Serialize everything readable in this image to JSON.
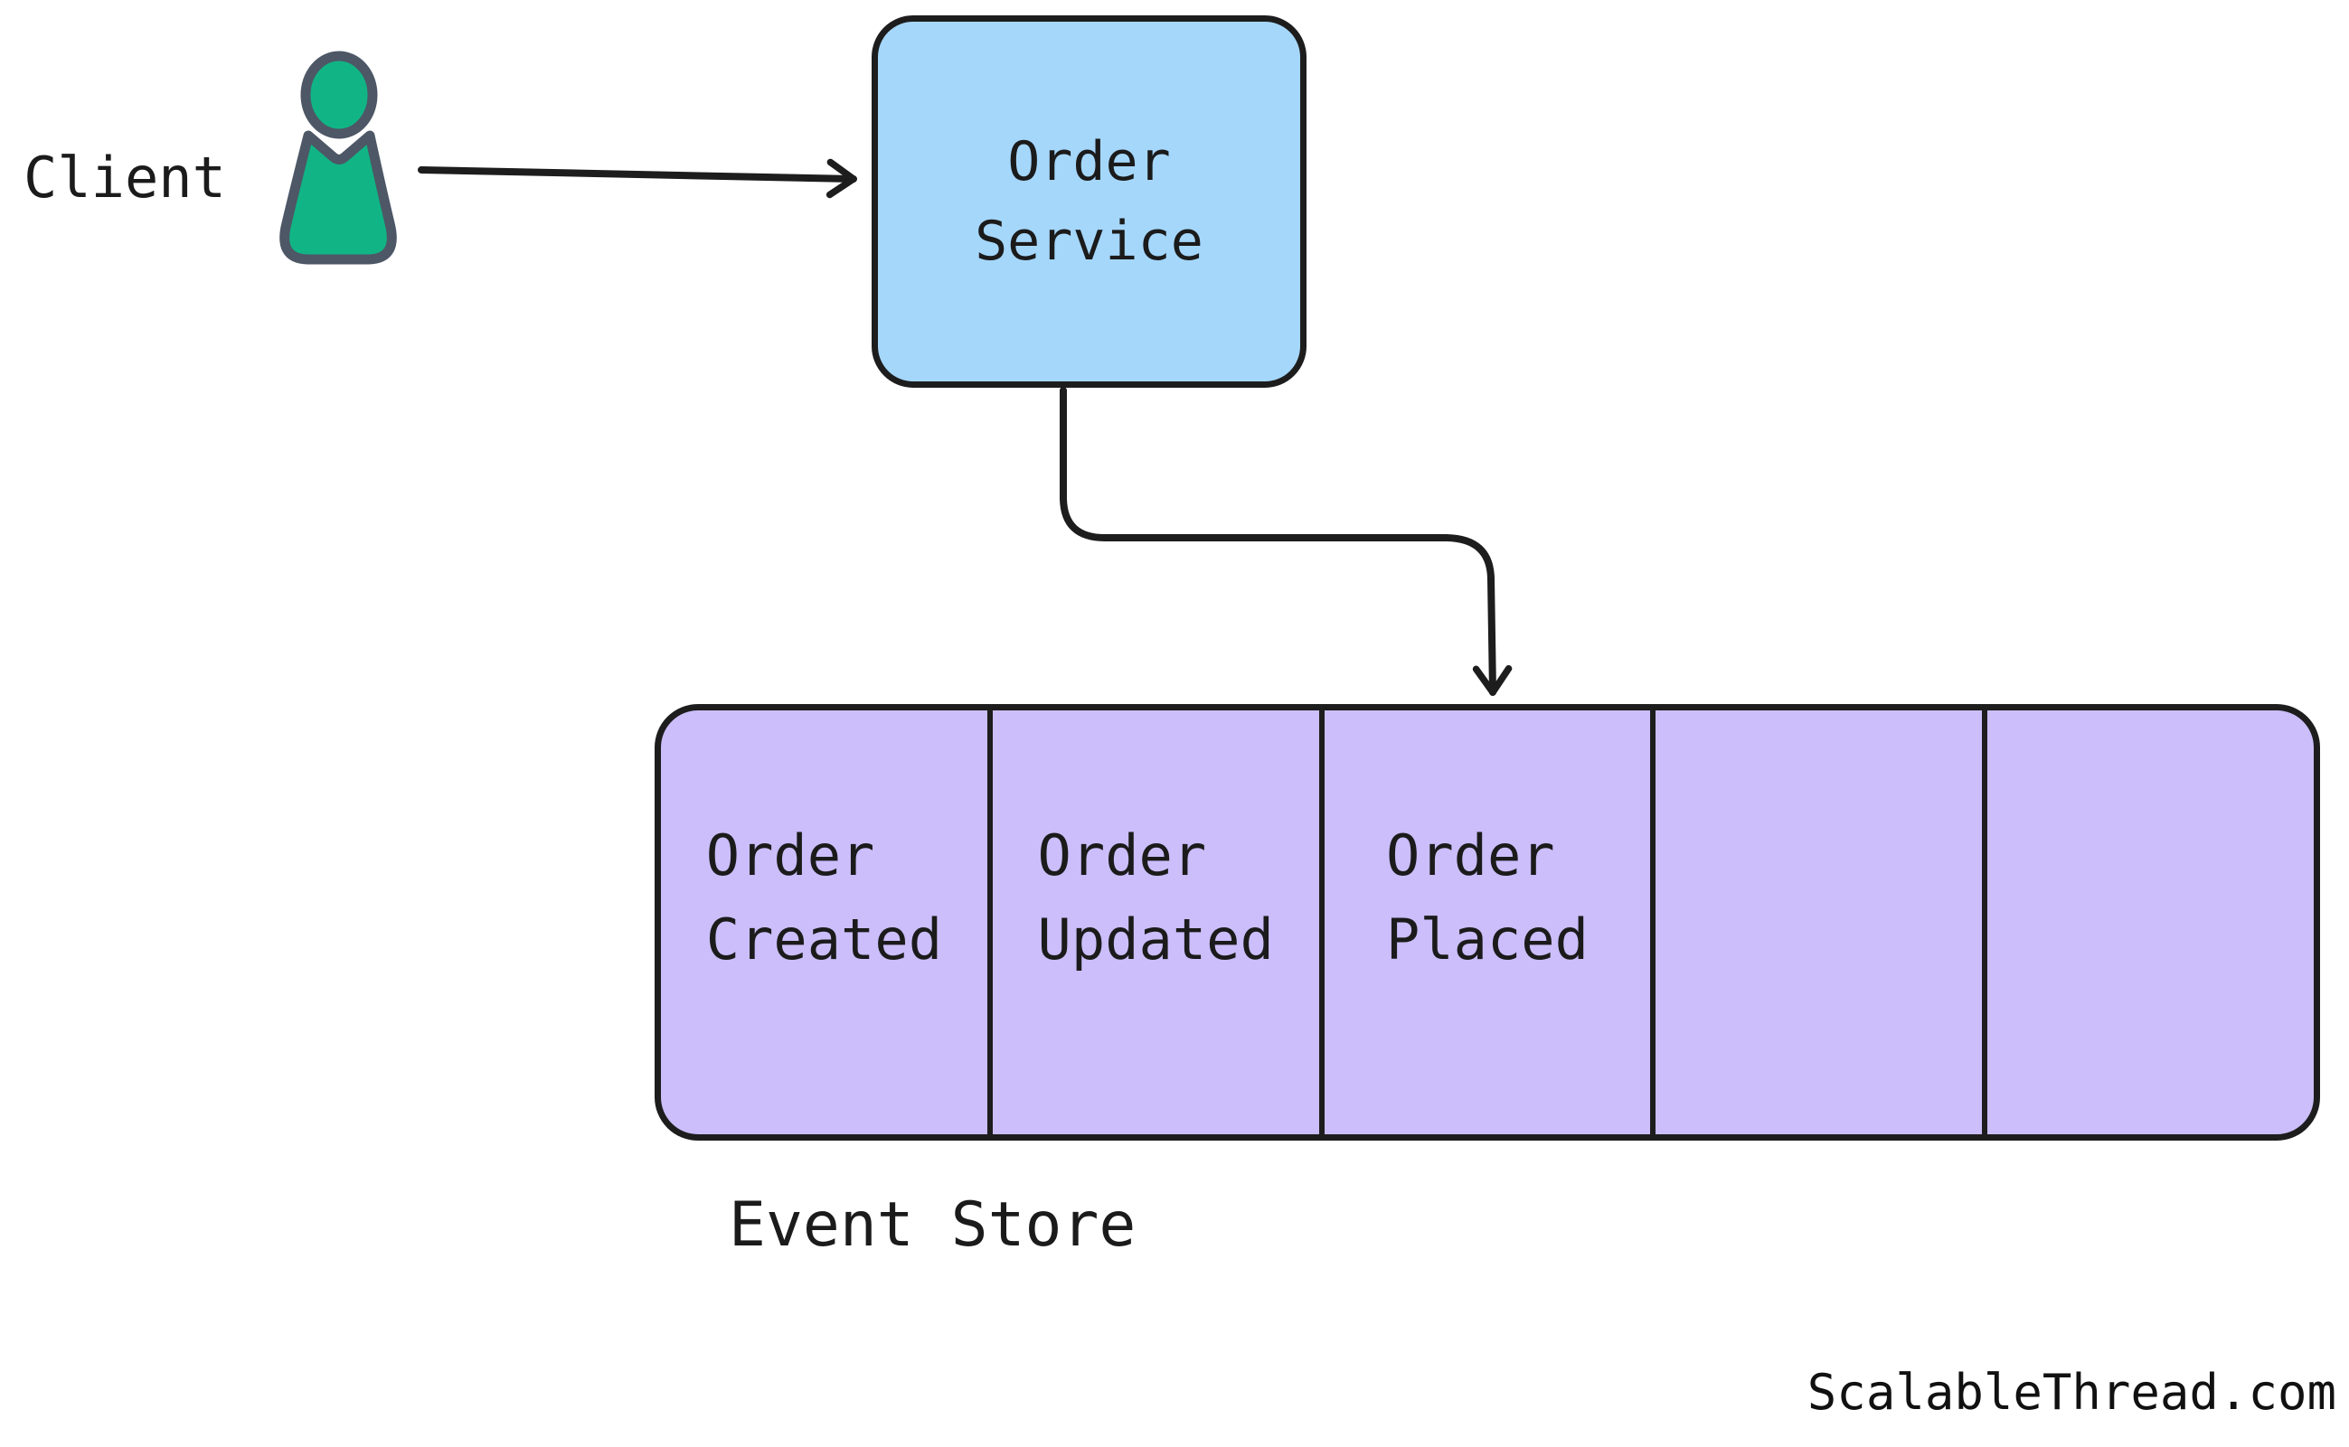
{
  "client": {
    "label": "Client"
  },
  "order_service": {
    "label": "Order Service"
  },
  "event_store": {
    "label": "Event Store",
    "cells": [
      {
        "label": "Order Created"
      },
      {
        "label": "Order Updated"
      },
      {
        "label": "Order Placed"
      },
      {
        "label": ""
      },
      {
        "label": ""
      }
    ]
  },
  "footer": {
    "watermark": "ScalableThread.com"
  },
  "icons": {
    "client": "person-pawn-icon"
  },
  "colors": {
    "service_fill": "#a5d7fb",
    "store_fill": "#cbbefa",
    "person_fill": "#11b585",
    "person_outline": "#4d5766",
    "line": "#1d1d1d",
    "text": "#1b1b1b",
    "background": "#ffffff"
  }
}
